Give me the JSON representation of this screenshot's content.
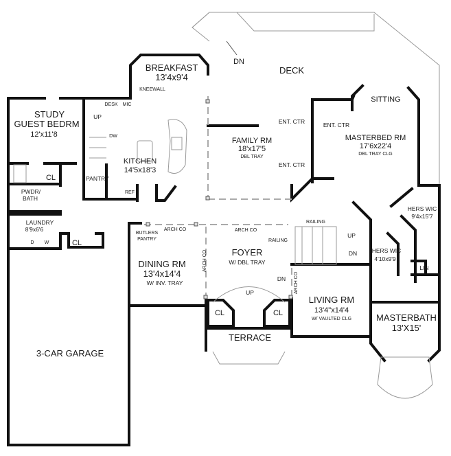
{
  "rooms": {
    "breakfast": {
      "name": "BREAKFAST",
      "size": "13'4x9'4"
    },
    "deck": {
      "name": "DECK",
      "dn": "DN"
    },
    "sitting": {
      "name": "SITTING"
    },
    "study": {
      "name1": "STUDY",
      "name2": "GUEST BEDRM",
      "size": "12'x11'8"
    },
    "kitchen": {
      "name": "KITCHEN",
      "size": "14'5x18'3",
      "up": "UP",
      "desk": "DESK",
      "mic": "MIC",
      "dw": "DW",
      "pantry": "PANTRY",
      "ref": "REF",
      "kneewall": "KNEEWALL"
    },
    "family": {
      "name": "FAMILY RM",
      "size": "18'x17'5",
      "note": "DBL TRAY",
      "ent1": "ENT. CTR",
      "ent2": "ENT. CTR"
    },
    "masterbed": {
      "name": "MASTERBED RM",
      "size": "17'6x22'4",
      "note": "DBL TRAY CLG",
      "ent": "ENT. CTR"
    },
    "pwdr": {
      "name1": "PWDR/",
      "name2": "BATH"
    },
    "cl_study": "CL",
    "laundry": {
      "name": "LAUNDRY",
      "size": "8'9x6'6",
      "d": "D",
      "w": "W"
    },
    "cl_laundry": "CL",
    "hers_wic_large": {
      "name": "HERS WIC",
      "size": "9'4x15'7"
    },
    "hers_wic_small": {
      "name": "HERS WIC",
      "size": "4'10x9'9"
    },
    "lin": "LIN",
    "butlers": {
      "name1": "BUTLERS",
      "name2": "PANTRY"
    },
    "dining": {
      "name": "DINING RM",
      "size": "13'4x14'4",
      "note": "W/ INV. TRAY"
    },
    "foyer": {
      "name": "FOYER",
      "note": "W/ DBL TRAY",
      "up": "UP",
      "dn": "DN"
    },
    "arch1": "ARCH CO",
    "arch2": "ARCH CO",
    "arch3": "ARCH CO",
    "arch4": "ARCH CO",
    "railing1": "RAILING",
    "railing2": "RAILING",
    "stair_up": "UP",
    "stair_dn": "DN",
    "living": {
      "name": "LIVING RM",
      "size": "13'4\"x14'4",
      "note": "W/ VAULTED CLG"
    },
    "cl_left": "CL",
    "cl_right": "CL",
    "terrace": {
      "name": "TERRACE"
    },
    "masterbath": {
      "name": "MASTERBATH",
      "size": "13'X15'"
    },
    "garage": {
      "name": "3-CAR GARAGE"
    }
  }
}
